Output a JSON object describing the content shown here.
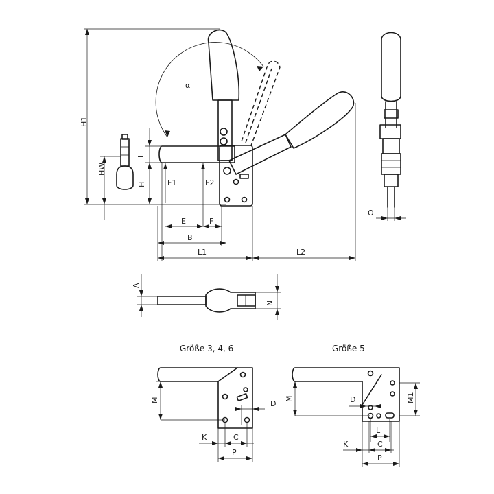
{
  "labels": {
    "alpha": "α",
    "H1": "H1",
    "HW": "HW",
    "I": "I",
    "H": "H",
    "F1": "F1",
    "F2": "F2",
    "E": "E",
    "F": "F",
    "B": "B",
    "L1": "L1",
    "L2": "L2",
    "O": "O",
    "A": "A",
    "N": "N",
    "M_a": "M",
    "D_a": "D",
    "K_a": "K",
    "C_a": "C",
    "P_a": "P",
    "M_b": "M",
    "M1": "M1",
    "D_b": "D",
    "L": "L",
    "K_b": "K",
    "C_b": "C",
    "P_b": "P"
  },
  "titles": {
    "sizes_346": "Größe 3, 4, 6",
    "size_5": "Größe 5"
  }
}
